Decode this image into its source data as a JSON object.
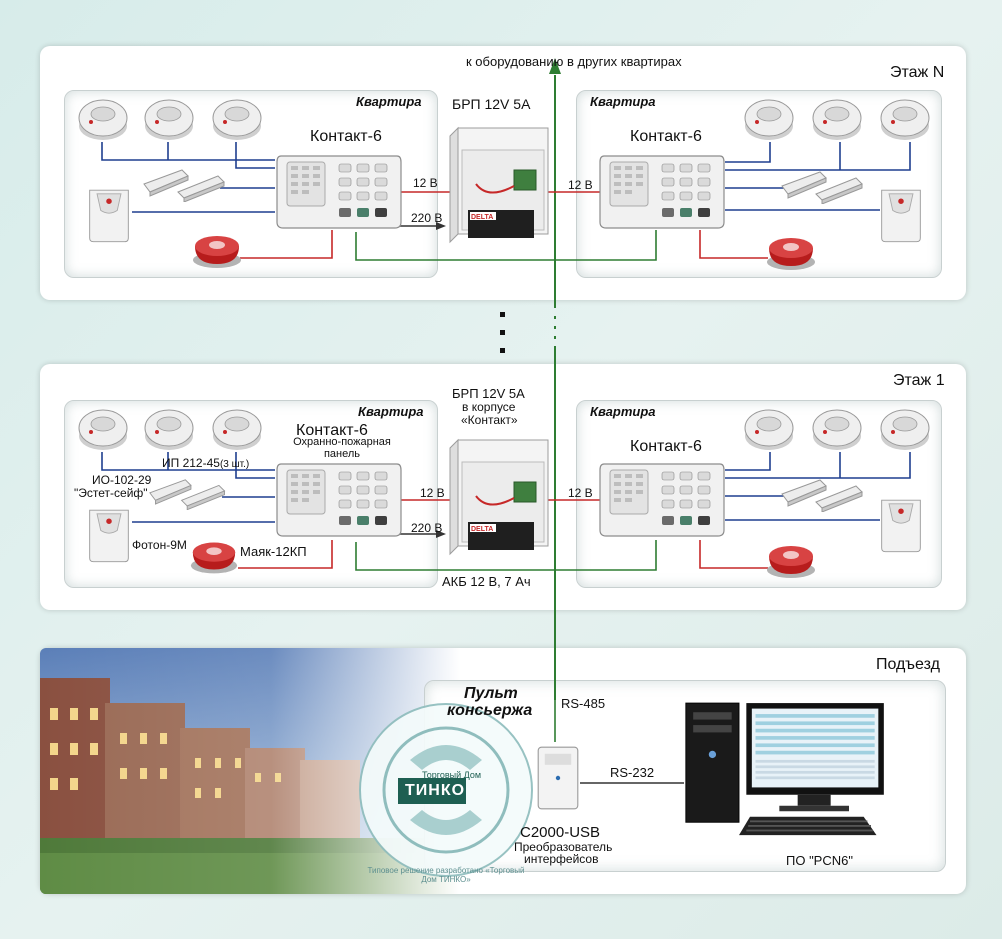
{
  "top_note": "к оборудованию в других квартирах",
  "floors": [
    {
      "label": "Этаж N"
    },
    {
      "label": "Этаж 1"
    }
  ],
  "entrance_label": "Подъезд",
  "apartment_label": "Квартира",
  "panel_label": "Контакт-6",
  "panel_desc": "Охранно-пожарная панель",
  "psu_label_short": "БРП 12V 5А",
  "psu_label_long": [
    "БРП 12V 5А",
    "в корпусе",
    "«Контакт»"
  ],
  "battery_label": "АКБ 12 В, 7 Ач",
  "v12": "12 В",
  "v220": "220 В",
  "smoke_label": "ИП 212-45",
  "smoke_count": "(3 шт.)",
  "contact_label": [
    "ИО-102-29",
    "\"Эстет-сейф\""
  ],
  "motion_label": "Фотон-9М",
  "siren_label": "Маяк-12КП",
  "concierge_title": [
    "Пульт",
    "консьержа"
  ],
  "rs485": "RS-485",
  "rs232": "RS-232",
  "converter_name": "С2000-USB",
  "converter_desc": [
    "Преобразователь",
    "интерфейсов"
  ],
  "software": "ПО \"PCN6\"",
  "stamp": {
    "brand_small": "Торговый Дом",
    "brand": "ТИНКО",
    "ring_text": "Типовое решение разработано «Торговый Дом ТИНКО»"
  },
  "colors": {
    "bus": "#2e7d32",
    "red": "#c62828",
    "blue": "#1f3f8f"
  }
}
